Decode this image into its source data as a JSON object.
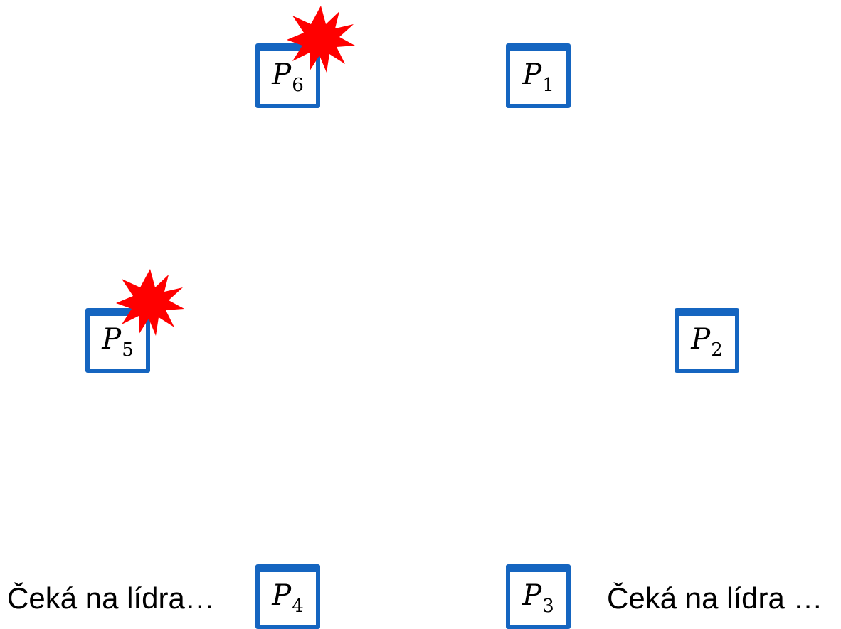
{
  "processes": {
    "p1": {
      "base": "P",
      "index": "1"
    },
    "p2": {
      "base": "P",
      "index": "2"
    },
    "p3": {
      "base": "P",
      "index": "3"
    },
    "p4": {
      "base": "P",
      "index": "4"
    },
    "p5": {
      "base": "P",
      "index": "5"
    },
    "p6": {
      "base": "P",
      "index": "6"
    }
  },
  "captions": {
    "left": "Čeká na lídra…",
    "right": "Čeká na lídra …"
  },
  "colors": {
    "window_border": "#1565c0",
    "crash_burst": "#ff0000"
  },
  "crashed": [
    "p5",
    "p6"
  ],
  "icons": {
    "crash": "explosion-burst-icon"
  }
}
